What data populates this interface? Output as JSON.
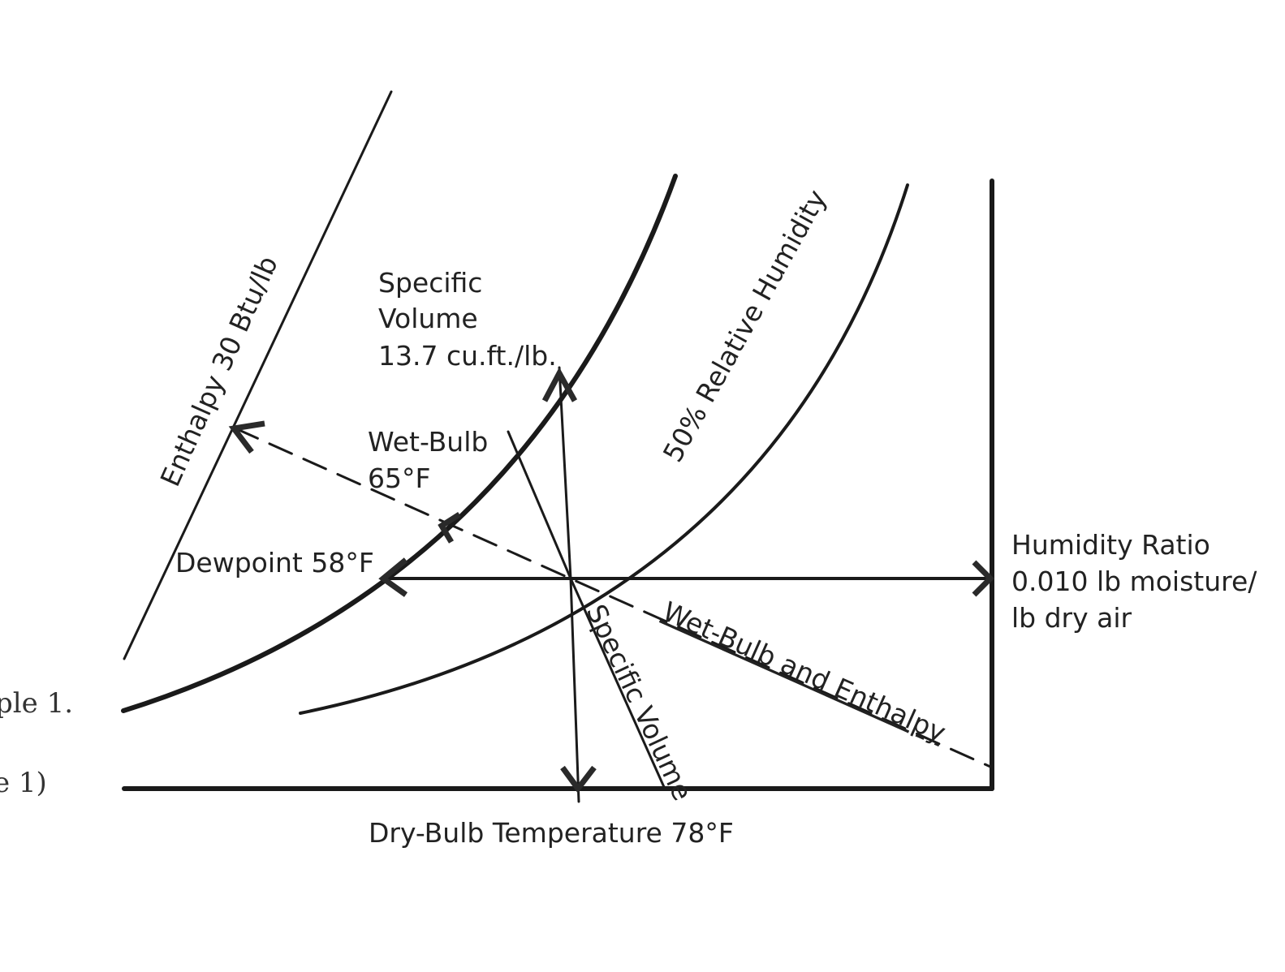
{
  "labels": {
    "enthalpy": "Enthalpy 30 Btu/lb",
    "specific_volume_title": [
      "Specific",
      "Volume",
      "13.7 cu.ft./lb."
    ],
    "wet_bulb_title": [
      "Wet-Bulb",
      "65°F"
    ],
    "relative_humidity": "50% Relative Humidity",
    "dewpoint": "Dewpoint 58°F",
    "humidity_ratio": [
      "Humidity Ratio",
      "0.010 lb moisture/",
      "lb dry air"
    ],
    "specific_volume_line": "Specific Volume",
    "wet_bulb_enthalpy_line": "Wet-Bulb and Enthalpy",
    "dry_bulb": "Dry-Bulb Temperature 78°F"
  },
  "margin_text": [
    "ple 1.",
    "e 1)"
  ]
}
